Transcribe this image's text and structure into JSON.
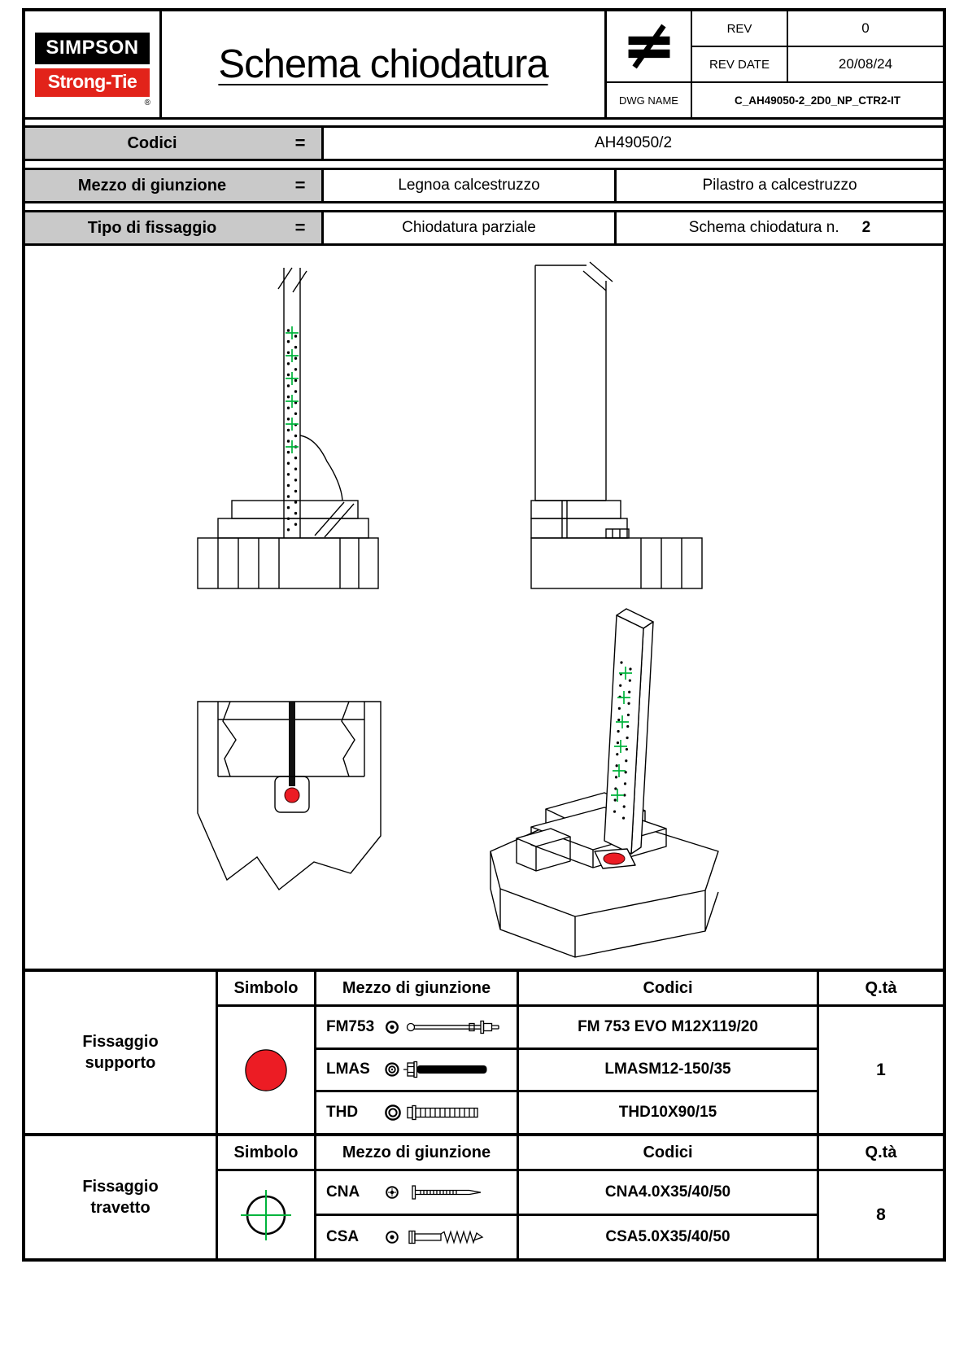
{
  "colors": {
    "brand_red": "#e2231a",
    "symbol_red": "#ec1c24",
    "green": "#00b43c",
    "header_gray": "#c9c9c9"
  },
  "icons": {
    "not_equal": "not-equal-icon",
    "support_symbol": "red-filled-circle",
    "joist_symbol": "green-crosshair-circle",
    "fm753": "fm753-concrete-bolt-icon",
    "lmas": "lmas-heavy-duty-anchor-icon",
    "thd": "thd-screw-anchor-icon",
    "cna": "cna-annular-ring-nail-icon",
    "csa": "csa-wood-screw-icon"
  },
  "header": {
    "logo_line1": "SIMPSON",
    "logo_line2": "Strong-Tie",
    "logo_reg": "®",
    "title": "Schema chiodatura",
    "rev_label": "REV",
    "rev_value": "0",
    "rev_date_label": "REV DATE",
    "rev_date_value": "20/08/24",
    "dwg_label": "DWG NAME",
    "dwg_value": "C_AH49050-2_2D0_NP_CTR2-IT"
  },
  "info": {
    "eq": "=",
    "row1_label": "Codici",
    "row1_value": "AH49050/2",
    "row2_label": "Mezzo di giunzione",
    "row2_value1": "Legnoa calcestruzzo",
    "row2_value2": "Pilastro a calcestruzzo",
    "row3_label": "Tipo di fissaggio",
    "row3_value1": "Chiodatura parziale",
    "row3_value2": "Schema chiodatura n.",
    "row3_value2_num": "2"
  },
  "table_headers": {
    "simbolo": "Simbolo",
    "mezzo": "Mezzo di giunzione",
    "codici": "Codici",
    "qta": "Q.tà"
  },
  "support_table": {
    "section_label": "Fissaggio supporto",
    "rows": [
      {
        "name": "FM753",
        "code": "FM 753 EVO M12X119/20"
      },
      {
        "name": "LMAS",
        "code": "LMASM12-150/35"
      },
      {
        "name": "THD",
        "code": "THD10X90/15"
      }
    ],
    "qty": "1"
  },
  "joist_table": {
    "section_label": "Fissaggio travetto",
    "rows": [
      {
        "name": "CNA",
        "code": "CNA4.0X35/40/50"
      },
      {
        "name": "CSA",
        "code": "CSA5.0X35/40/50"
      }
    ],
    "qty": "8"
  }
}
